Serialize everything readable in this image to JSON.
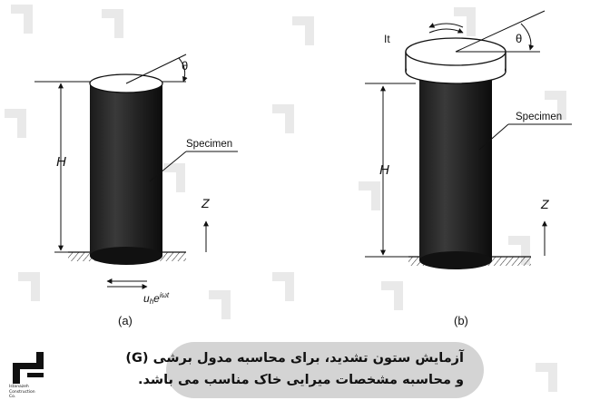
{
  "figure": {
    "panel_a": {
      "label": "(a)",
      "height_label": "H",
      "axis_label": "Z",
      "angle_label": "θ",
      "specimen_label": "Specimen",
      "excitation_base": "u",
      "excitation_sub": "h",
      "excitation_rest": "e",
      "excitation_sup": "iωt"
    },
    "panel_b": {
      "label": "(b)",
      "height_label": "H",
      "axis_label": "Z",
      "angle_label": "θ",
      "specimen_label": "Specimen",
      "top_mass_label": "It"
    }
  },
  "caption": {
    "line1": "آزمایش ستون تشدید، برای محاسبه مدول برشی (G)",
    "line2": "و محاسبه مشخصات میرایی خاک مناسب می باشد."
  },
  "logo": {
    "line1": "Istanazeh",
    "line2": "Construction",
    "line3": "Co."
  },
  "colors": {
    "background": "#ffffff",
    "caption_box": "#d4d4d4",
    "ink": "#111111",
    "watermark": "#e9e9e9"
  }
}
